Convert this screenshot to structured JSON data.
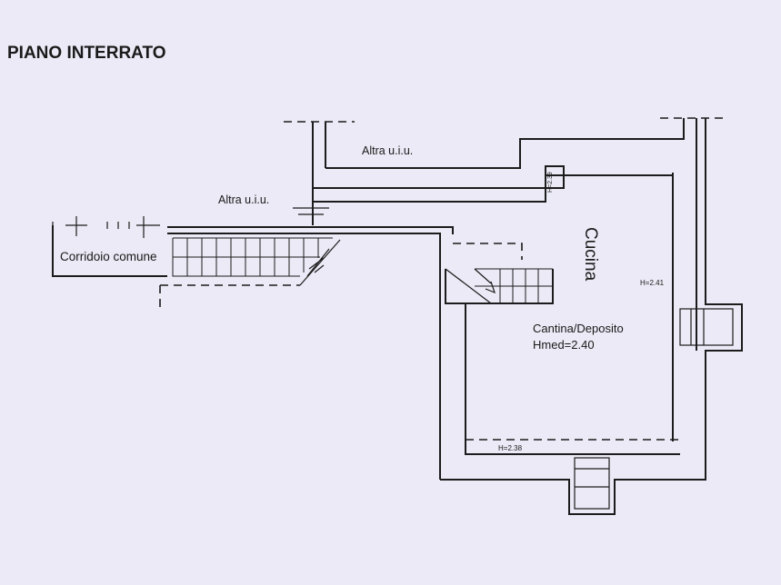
{
  "title": "PIANO INTERRATO",
  "labels": {
    "altra_uiu_top": "Altra u.i.u.",
    "altra_uiu_left": "Altra u.i.u.",
    "corridoio": "Corridoio comune",
    "cucina": "Cucina",
    "cantina": "Cantina/Deposito",
    "hmed": "Hmed=2.40",
    "h_right": "H=2.41",
    "h_bottom": "H=2.38",
    "h_small": "H=2.39"
  }
}
